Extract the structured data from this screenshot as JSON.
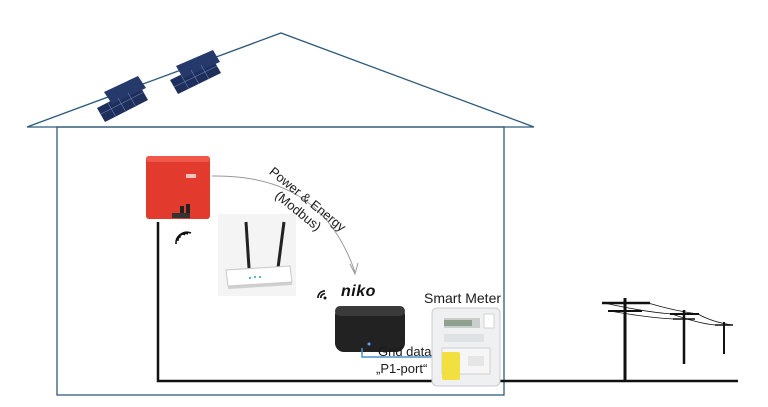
{
  "labels": {
    "power_energy": "Power & Energy",
    "modbus": "(Modbus)",
    "niko_brand": "niko",
    "smart_meter": "Smart Meter",
    "grid_data": "Grid data",
    "p1_port": "„P1-port“"
  },
  "colors": {
    "outline": "#2e5a7a",
    "wire": "#111111",
    "inverter": "#e23b2e",
    "gateway": "#222222",
    "meter_yellow": "#f2e040",
    "data_line": "#4a90c8"
  },
  "icons": [
    "solar-panel-icon",
    "inverter-icon",
    "wifi-icon",
    "router-icon",
    "gateway-icon",
    "smart-meter-icon",
    "utility-pole-icon"
  ]
}
